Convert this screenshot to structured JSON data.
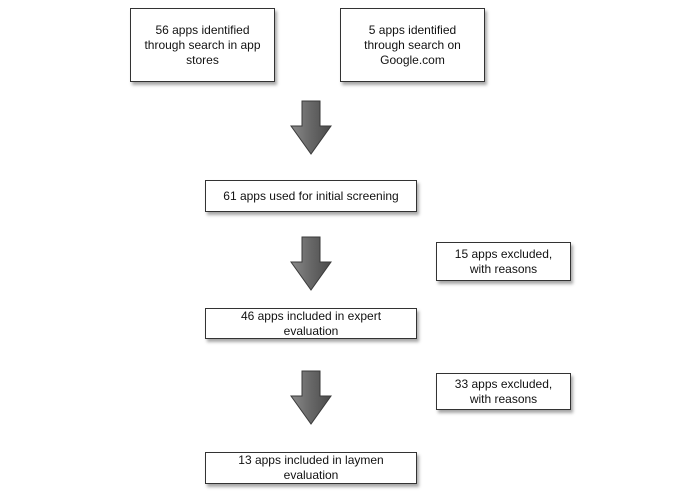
{
  "flowchart": {
    "sources": {
      "app_stores": "56 apps identified through search in app stores",
      "google": "5 apps identified through search on Google.com"
    },
    "screening": "61 apps used for initial screening",
    "excluded_first": "15 apps excluded, with reasons",
    "expert_evaluation": "46 apps included in expert evaluation",
    "excluded_second": "33 apps excluded, with reasons",
    "laymen_evaluation": "13 apps included in laymen evaluation"
  },
  "colors": {
    "arrow_dark": "#5f5f5f",
    "arrow_light": "#b5b5b5",
    "box_border": "#333333"
  }
}
